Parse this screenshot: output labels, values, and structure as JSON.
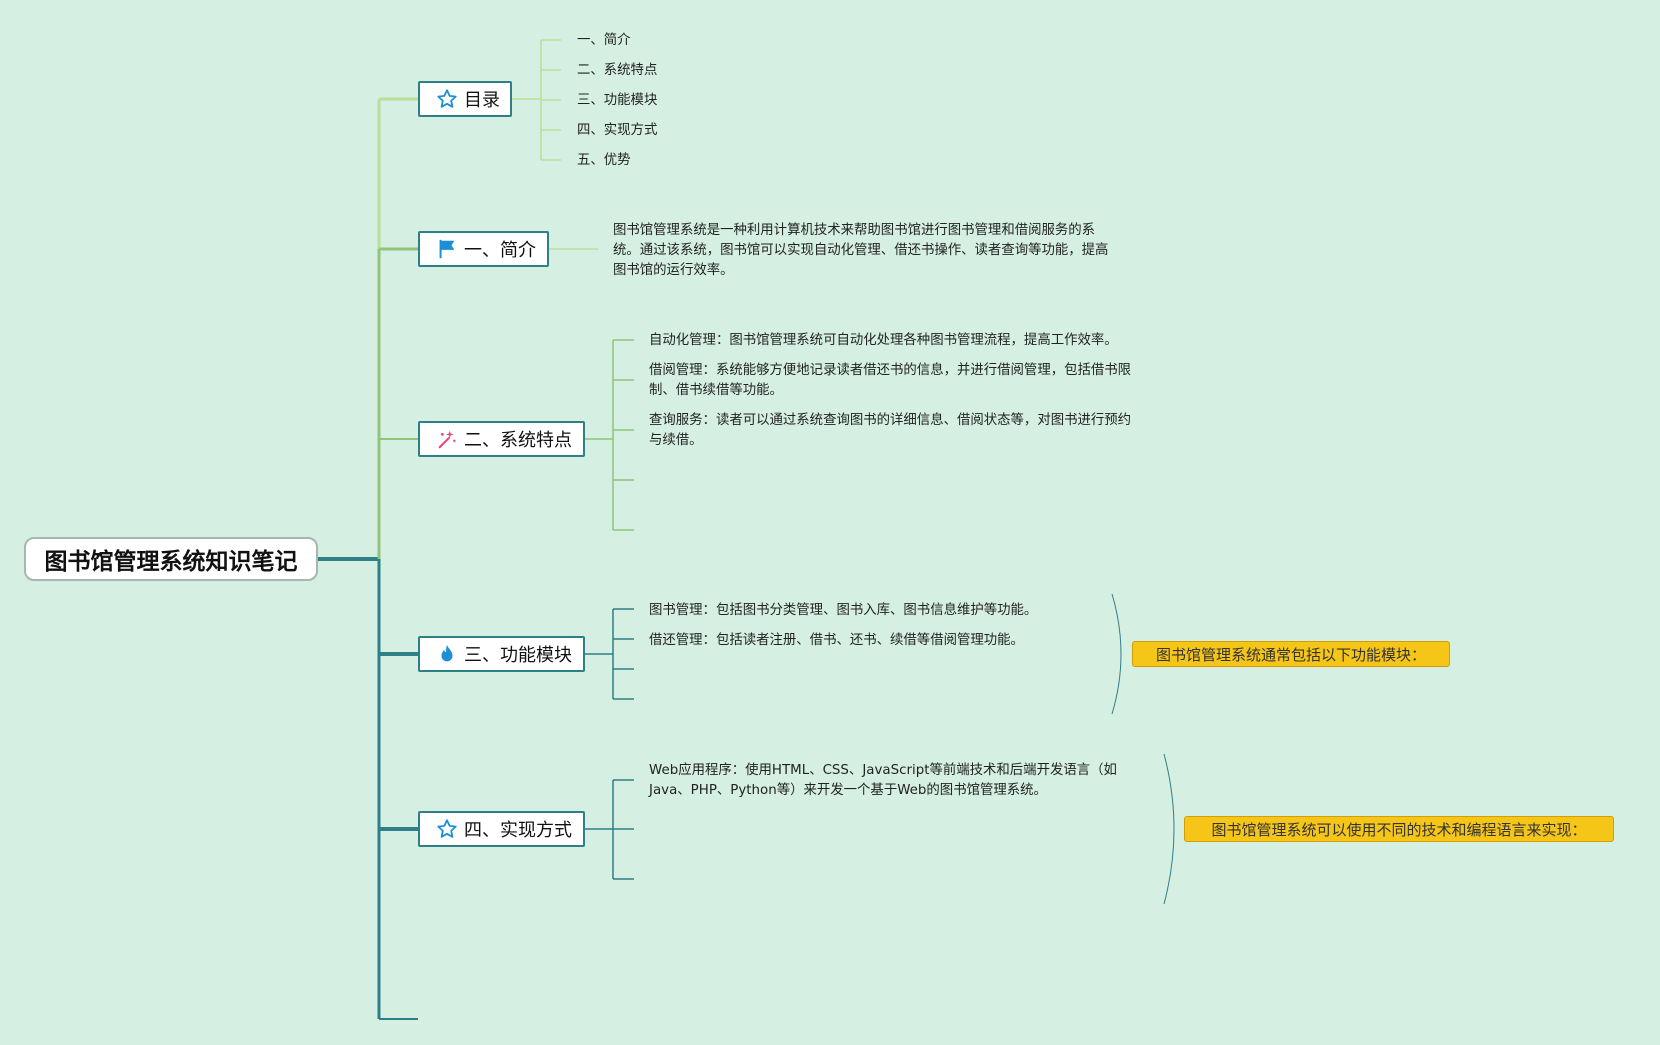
{
  "root": {
    "title": "图书馆管理系统知识笔记"
  },
  "colors": {
    "background": "#d5f0e3",
    "branch_border": "#2f7f86",
    "line_light": "#b9df9a",
    "line_mid": "#8fc47a",
    "line_dark": "#2f7f86",
    "summary_fill": "#f5c518"
  },
  "branches": [
    {
      "label": "目录",
      "icon": "star-outline-icon",
      "children": [
        "一、简介",
        "二、系统特点",
        "三、功能模块",
        "四、实现方式",
        "五、优势"
      ]
    },
    {
      "label": "一、简介",
      "icon": "flag-icon",
      "text": "图书馆管理系统是一种利用计算机技术来帮助图书馆进行图书管理和借阅服务的系统。通过该系统，图书馆可以实现自动化管理、借还书操作、读者查询等功能，提高图书馆的运行效率。"
    },
    {
      "label": "二、系统特点",
      "icon": "sparkle-wand-icon",
      "children": [
        "自动化管理：图书馆管理系统可自动化处理各种图书管理流程，提高工作效率。",
        "借阅管理：系统能够方便地记录读者借还书的信息，并进行借阅管理，包括借书限制、借书续借等功能。",
        "查询服务：读者可以通过系统查询图书的详细信息、借阅状态等，对图书进行预约与续借。"
      ]
    },
    {
      "label": "三、功能模块",
      "icon": "flame-icon",
      "children": [
        "图书管理：包括图书分类管理、图书入库、图书信息维护等功能。",
        "借还管理：包括读者注册、借书、还书、续借等借阅管理功能。"
      ],
      "summary": "图书馆管理系统通常包括以下功能模块："
    },
    {
      "label": "四、实现方式",
      "icon": "star-outline-icon",
      "children": [
        "Web应用程序：使用HTML、CSS、JavaScript等前端技术和后端开发语言（如Java、PHP、Python等）来开发一个基于Web的图书馆管理系统。"
      ],
      "summary": "图书馆管理系统可以使用不同的技术和编程语言来实现："
    }
  ]
}
